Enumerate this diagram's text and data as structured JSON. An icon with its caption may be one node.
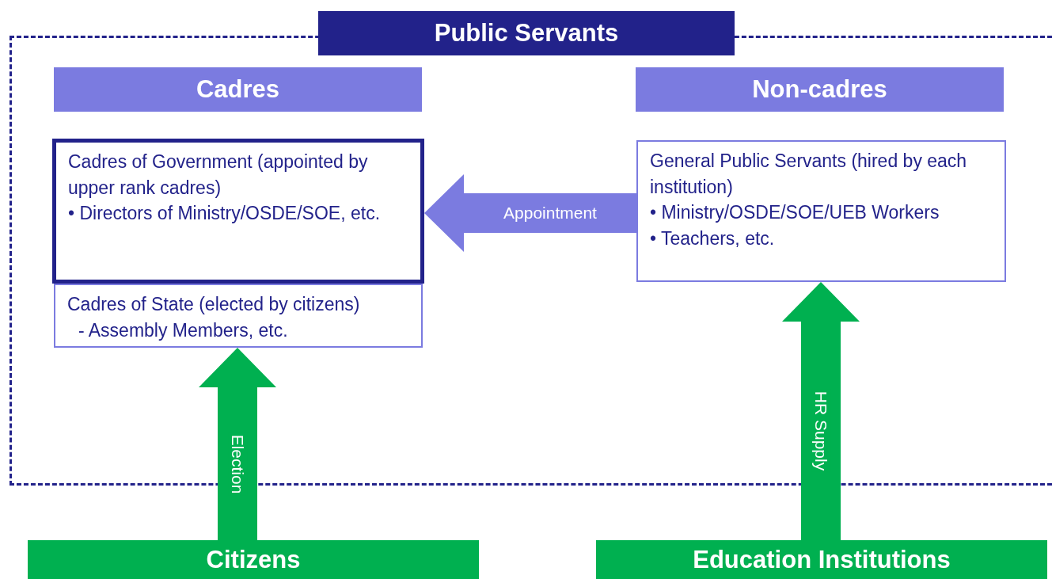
{
  "diagram": {
    "nodes": [
      {
        "text": [
          "Public Servants"
        ]
      },
      {
        "text": [
          "Cadres"
        ],
        "in": 0
      },
      {
        "text": [
          "Non-cadres"
        ],
        "in": 0
      },
      {
        "text": [
          "Cadres of Government (appointed by upper rank cadres)",
          "• Directors of Ministry/OSDE/SOE, etc."
        ],
        "in": 0
      },
      {
        "text": [
          "Cadres of State (elected by citizens)",
          "- Assembly Members, etc."
        ],
        "in": 0
      },
      {
        "text": [
          "General Public Servants (hired by each institution)",
          "• Ministry/OSDE/SOE/UEB Workers",
          "• Teachers, etc."
        ],
        "in": 0
      },
      {
        "text": [
          "Citizens"
        ]
      },
      {
        "text": [
          "Education Institutions"
        ]
      }
    ],
    "edges": [
      {
        "from": 5,
        "to": 3,
        "arrow": "to",
        "label": "Appointment",
        "style": "thick",
        "color": "#7b7be0"
      },
      {
        "from": 6,
        "to": 4,
        "arrow": "to",
        "label": "Election",
        "style": "thick"
      },
      {
        "from": 7,
        "to": 5,
        "arrow": "to",
        "label": "HR Supply",
        "style": "thick"
      }
    ]
  }
}
